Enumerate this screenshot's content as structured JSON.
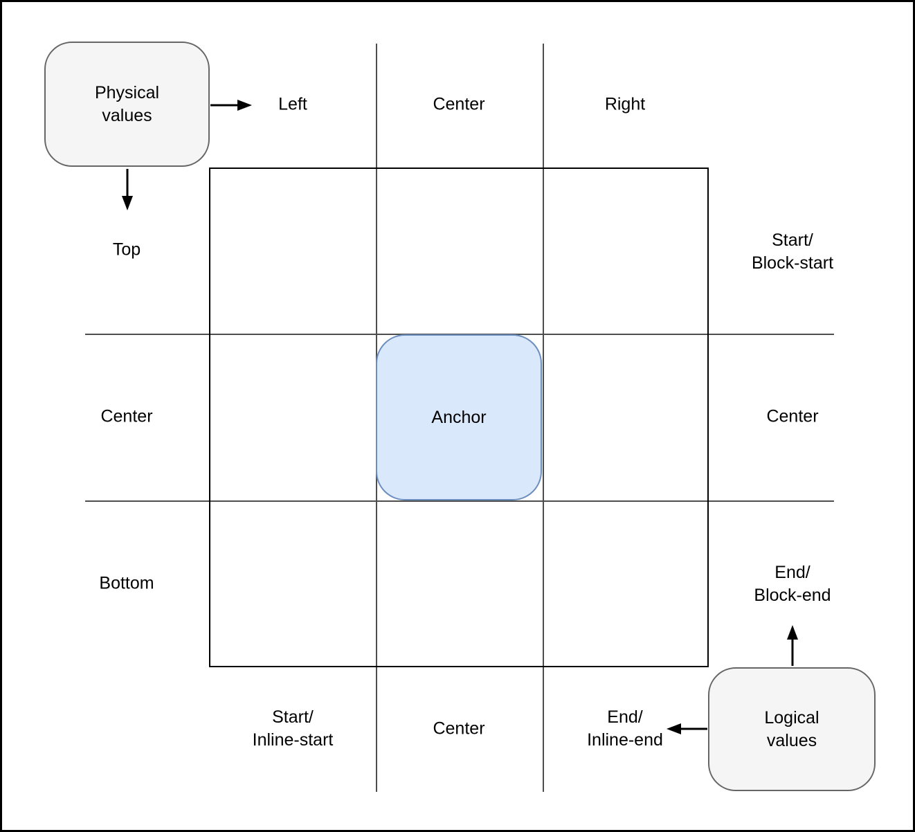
{
  "colors": {
    "anchor_fill": "#dae8fc",
    "anchor_stroke": "#6c8ebf",
    "legend_fill": "#f5f5f5",
    "legend_stroke": "#666666",
    "grid_line": "#4d4d4d",
    "frame": "#000000",
    "arrow": "#000000"
  },
  "legend": {
    "physical_label": "Physical\nvalues",
    "logical_label": "Logical\nvalues"
  },
  "anchor": {
    "label": "Anchor"
  },
  "labels": {
    "physical_top_row": [
      "Left",
      "Center",
      "Right"
    ],
    "physical_left_column": [
      "Top",
      "Center",
      "Bottom"
    ],
    "logical_right_column": [
      "Start/\nBlock-start",
      "Center",
      "End/\nBlock-end"
    ],
    "logical_bottom_row": [
      "Start/\nInline-start",
      "Center",
      "End/\nInline-end"
    ]
  }
}
